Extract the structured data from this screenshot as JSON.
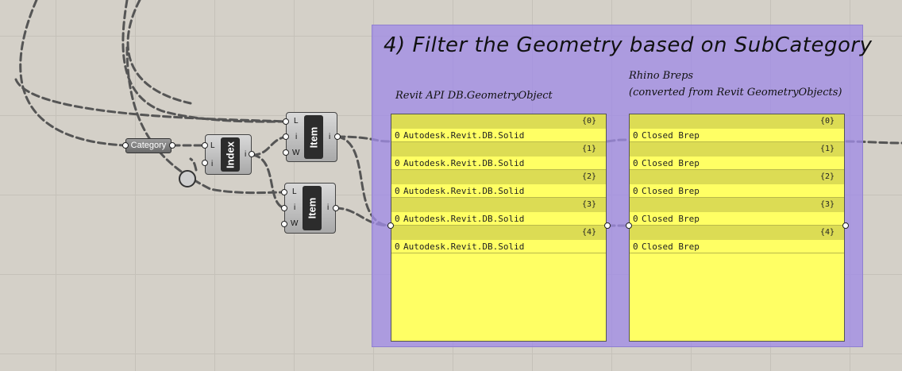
{
  "group": {
    "title": "4) Filter the Geometry based on SubCategory"
  },
  "panel_left": {
    "label": "Revit API DB.GeometryObject",
    "branches": [
      {
        "path": "{0}",
        "items": [
          {
            "index": "0",
            "value": "Autodesk.Revit.DB.Solid"
          }
        ]
      },
      {
        "path": "{1}",
        "items": [
          {
            "index": "0",
            "value": "Autodesk.Revit.DB.Solid"
          }
        ]
      },
      {
        "path": "{2}",
        "items": [
          {
            "index": "0",
            "value": "Autodesk.Revit.DB.Solid"
          }
        ]
      },
      {
        "path": "{3}",
        "items": [
          {
            "index": "0",
            "value": "Autodesk.Revit.DB.Solid"
          }
        ]
      },
      {
        "path": "{4}",
        "items": [
          {
            "index": "0",
            "value": "Autodesk.Revit.DB.Solid"
          }
        ]
      }
    ]
  },
  "panel_right": {
    "label_line1": "Rhino Breps",
    "label_line2": "(converted from Revit GeometryObjects)",
    "branches": [
      {
        "path": "{0}",
        "items": [
          {
            "index": "0",
            "value": "Closed Brep"
          }
        ]
      },
      {
        "path": "{1}",
        "items": [
          {
            "index": "0",
            "value": "Closed Brep"
          }
        ]
      },
      {
        "path": "{2}",
        "items": [
          {
            "index": "0",
            "value": "Closed Brep"
          }
        ]
      },
      {
        "path": "{3}",
        "items": [
          {
            "index": "0",
            "value": "Closed Brep"
          }
        ]
      },
      {
        "path": "{4}",
        "items": [
          {
            "index": "0",
            "value": "Closed Brep"
          }
        ]
      }
    ]
  },
  "components": {
    "category": {
      "label": "Category"
    },
    "index": {
      "label": "Index",
      "in1": "L",
      "in2": "i",
      "out": "i"
    },
    "item_top": {
      "label": "Item",
      "in1": "L",
      "in2": "i",
      "in3": "W",
      "out": "i"
    },
    "item_bottom": {
      "label": "Item",
      "in1": "L",
      "in2": "i",
      "in3": "W",
      "out": "i"
    }
  },
  "colors": {
    "canvas": "#d4d0c8",
    "group": "#a08ce6",
    "panel": "#ffff64",
    "panel_header": "#dcdc54",
    "wire": "#555555"
  }
}
